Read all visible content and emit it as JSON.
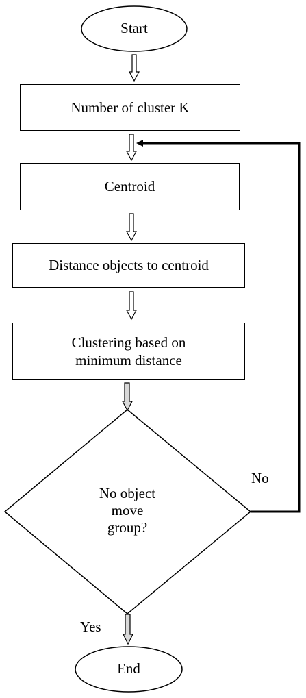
{
  "flowchart": {
    "start_label": "Start",
    "end_label": "End",
    "steps": [
      {
        "label": "Number of cluster K"
      },
      {
        "label": "Centroid"
      },
      {
        "label": "Distance objects to centroid"
      },
      {
        "label_line1": "Clustering based on",
        "label_line2": "minimum distance"
      }
    ],
    "decision": {
      "line1": "No object",
      "line2": "move",
      "line3": "group?"
    },
    "branch_no_label": "No",
    "branch_yes_label": "Yes"
  },
  "colors": {
    "stroke": "#000000",
    "background": "#ffffff",
    "arrow_fill": "#ffffff"
  }
}
